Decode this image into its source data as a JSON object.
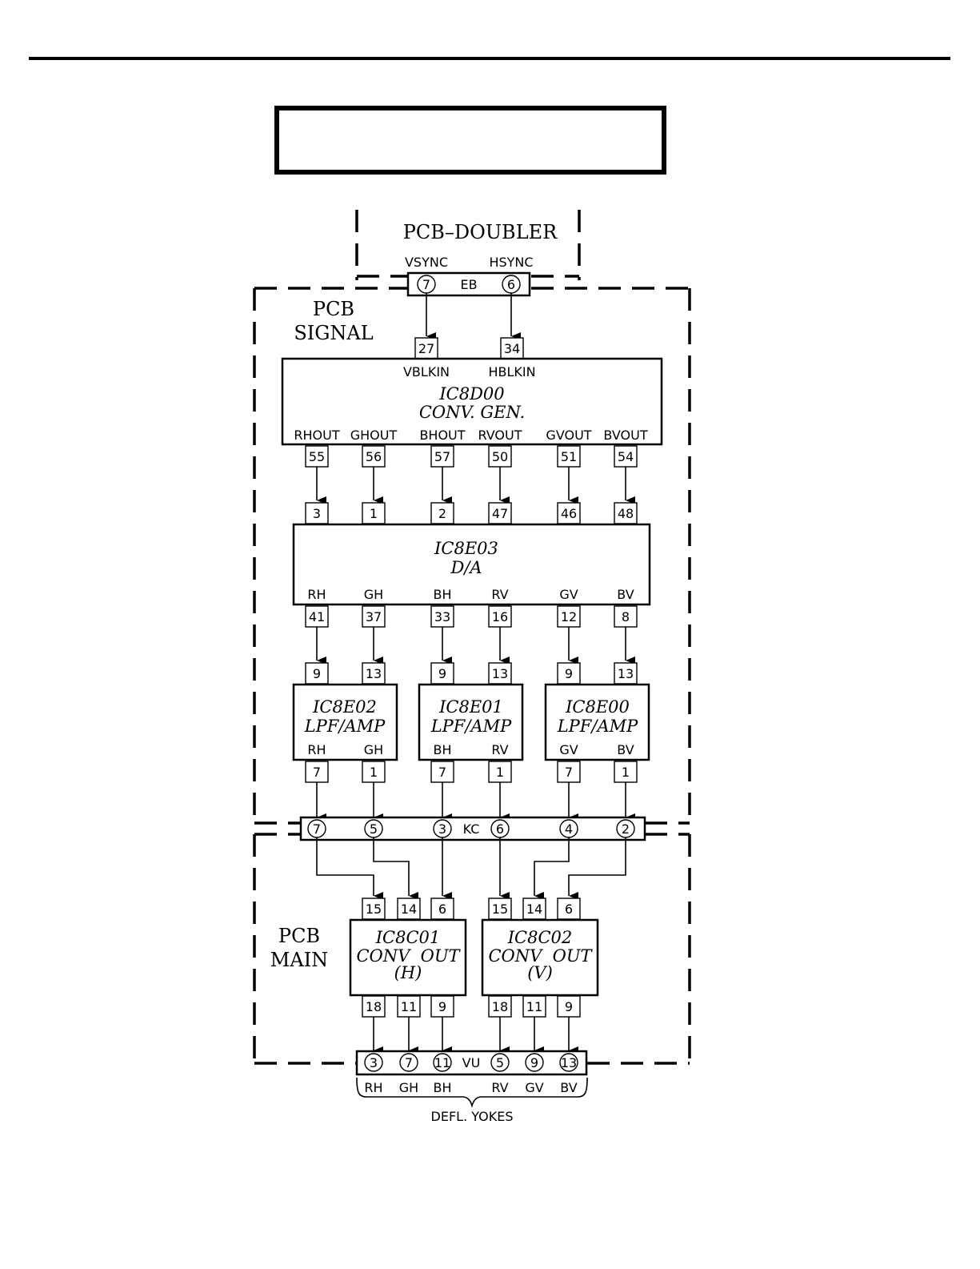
{
  "board_labels": {
    "doubler": "PCB–DOUBLER",
    "signal_line1": "PCB",
    "signal_line2": "SIGNAL",
    "main_line1": "PCB",
    "main_line2": "MAIN"
  },
  "connectors": {
    "eb": {
      "name": "EB",
      "pins": [
        {
          "num": "7",
          "signal": "VSYNC"
        },
        {
          "num": "6",
          "signal": "HSYNC"
        }
      ]
    },
    "kc": {
      "name": "KC",
      "pins": [
        "7",
        "5",
        "3",
        "6",
        "4",
        "2"
      ]
    },
    "vu": {
      "name": "VU",
      "pins": [
        "3",
        "7",
        "11",
        "5",
        "9",
        "13"
      ],
      "signals": [
        "RH",
        "GH",
        "BH",
        "RV",
        "GV",
        "BV"
      ],
      "bracket_label": "DEFL. YOKES"
    }
  },
  "ic8d00": {
    "name": "IC8D00",
    "function": "CONV. GEN.",
    "inputs": [
      {
        "pin": "27",
        "label": "VBLKIN"
      },
      {
        "pin": "34",
        "label": "HBLKIN"
      }
    ],
    "outputs": [
      {
        "pin": "55",
        "label": "RHOUT"
      },
      {
        "pin": "56",
        "label": "GHOUT"
      },
      {
        "pin": "57",
        "label": "BHOUT"
      },
      {
        "pin": "50",
        "label": "RVOUT"
      },
      {
        "pin": "51",
        "label": "GVOUT"
      },
      {
        "pin": "54",
        "label": "BVOUT"
      }
    ]
  },
  "ic8e03": {
    "name": "IC8E03",
    "function": "D/A",
    "inputs": [
      "3",
      "1",
      "2",
      "47",
      "46",
      "48"
    ],
    "outputs": [
      {
        "pin": "41",
        "label": "RH"
      },
      {
        "pin": "37",
        "label": "GH"
      },
      {
        "pin": "33",
        "label": "BH"
      },
      {
        "pin": "16",
        "label": "RV"
      },
      {
        "pin": "12",
        "label": "GV"
      },
      {
        "pin": "8",
        "label": "BV"
      }
    ]
  },
  "lpf_chips": [
    {
      "name": "IC8E02",
      "function": "LPF/AMP",
      "in_pins": [
        "9",
        "13"
      ],
      "out_labels": [
        "RH",
        "GH"
      ],
      "out_pins": [
        "7",
        "1"
      ]
    },
    {
      "name": "IC8E01",
      "function": "LPF/AMP",
      "in_pins": [
        "9",
        "13"
      ],
      "out_labels": [
        "BH",
        "RV"
      ],
      "out_pins": [
        "7",
        "1"
      ]
    },
    {
      "name": "IC8E00",
      "function": "LPF/AMP",
      "in_pins": [
        "9",
        "13"
      ],
      "out_labels": [
        "GV",
        "BV"
      ],
      "out_pins": [
        "7",
        "1"
      ]
    }
  ],
  "out_chips": [
    {
      "name": "IC8C01",
      "function": "CONV  OUT",
      "mode": "(H)",
      "in_pins": [
        "15",
        "14",
        "6"
      ],
      "out_pins": [
        "18",
        "11",
        "9"
      ]
    },
    {
      "name": "IC8C02",
      "function": "CONV  OUT",
      "mode": "(V)",
      "in_pins": [
        "15",
        "14",
        "6"
      ],
      "out_pins": [
        "18",
        "11",
        "9"
      ]
    }
  ]
}
